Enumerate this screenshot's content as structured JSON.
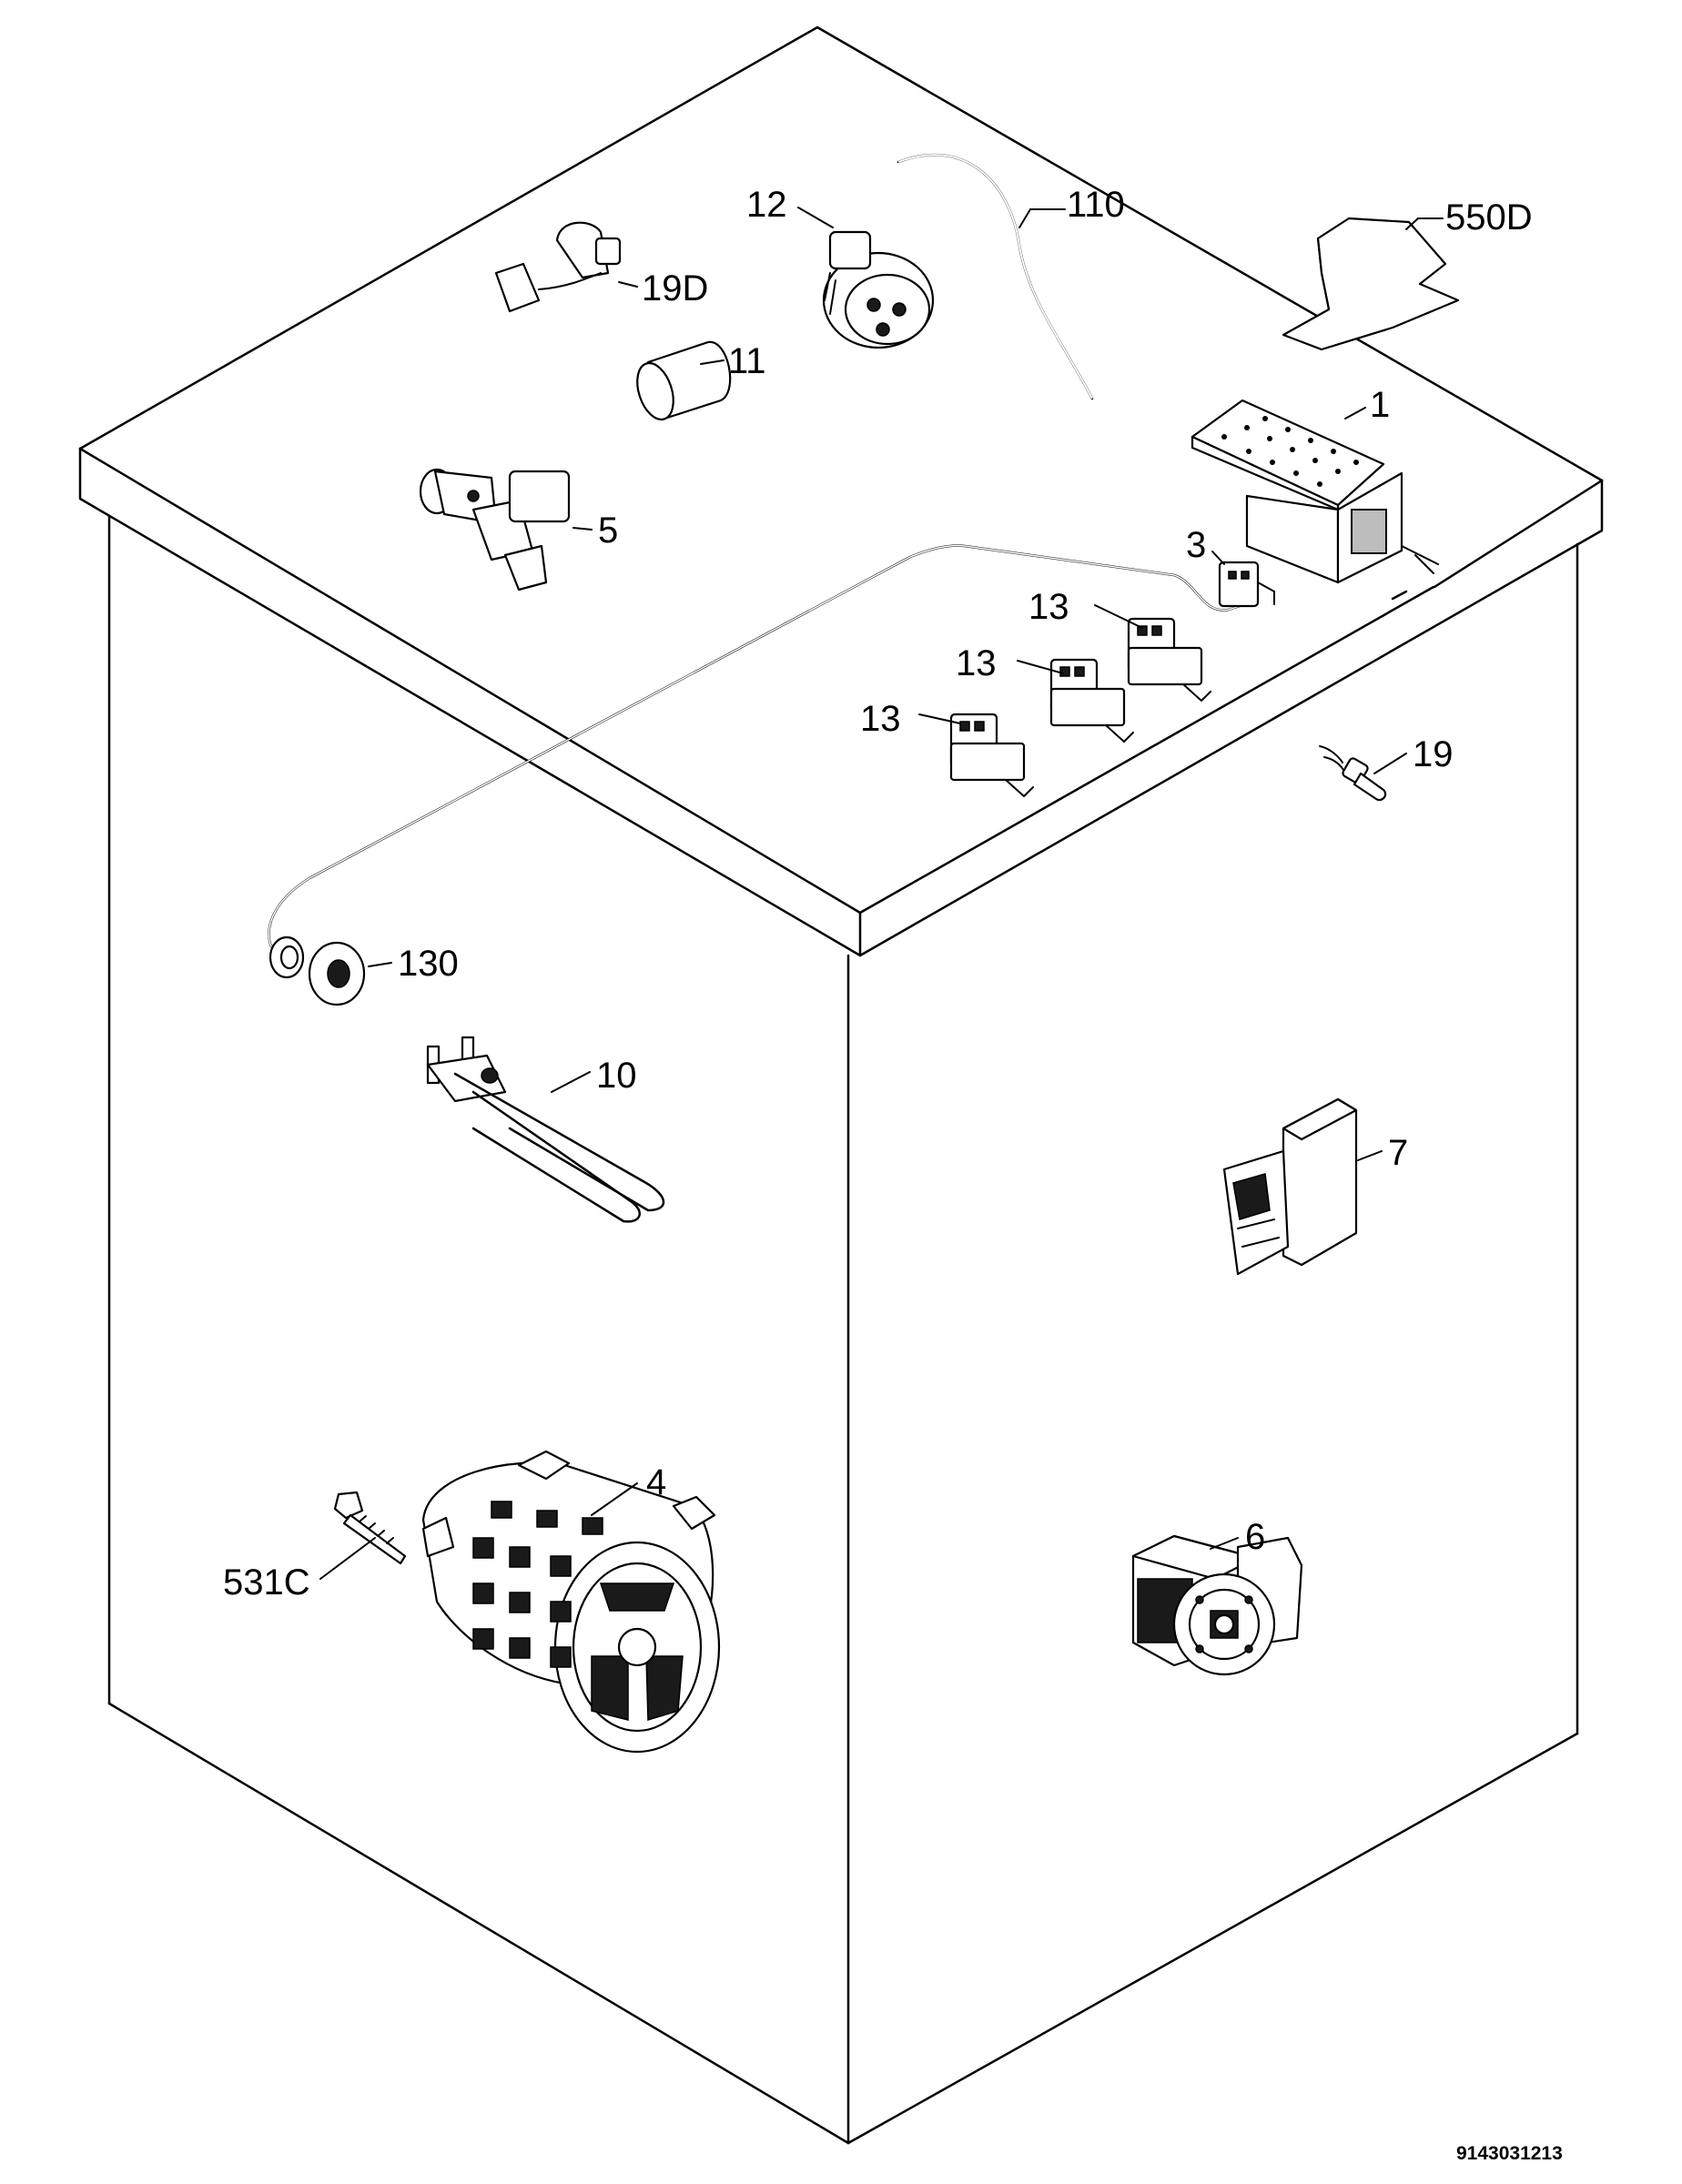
{
  "doc_id": "9143031213",
  "callouts": {
    "c12": "12",
    "c110": "110",
    "c550d": "550D",
    "c19d": "19D",
    "c11": "11",
    "c1": "1",
    "c5": "5",
    "c3": "3",
    "c13a": "13",
    "c13b": "13",
    "c13c": "13",
    "c19": "19",
    "c130": "130",
    "c10": "10",
    "c7": "7",
    "c4": "4",
    "c531c": "531C",
    "c6": "6"
  }
}
